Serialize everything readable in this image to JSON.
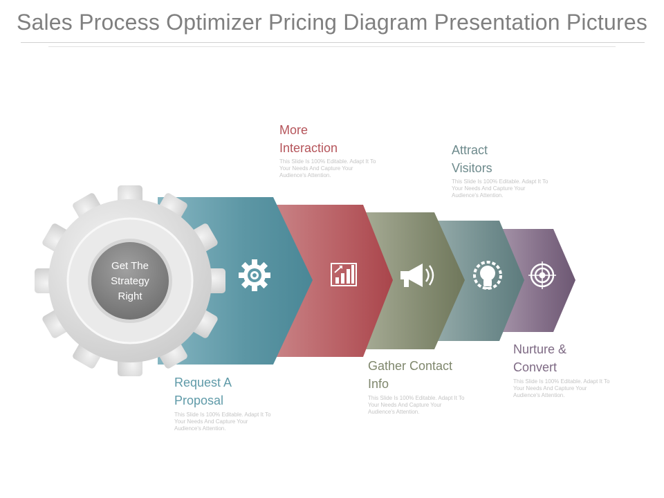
{
  "title": "Sales Process Optimizer Pricing Diagram Presentation Pictures",
  "center": {
    "line1": "Get The",
    "line2": "Strategy",
    "line3": "Right"
  },
  "steps": [
    {
      "label_line1": "Request A",
      "label_line2": "Proposal",
      "description": "This Slide Is 100% Editable. Adapt It To Your Needs And Capture Your Audience's Attention.",
      "color": "#5f9aa8",
      "icon": "settings-gear-icon"
    },
    {
      "label_line1": "More",
      "label_line2": "Interaction",
      "description": "This Slide Is 100% Editable. Adapt It To Your Needs And Capture Your Audience's Attention.",
      "color": "#b5545a",
      "icon": "growth-bar-chart-icon"
    },
    {
      "label_line1": "Gather Contact",
      "label_line2": "Info",
      "description": "This Slide Is 100% Editable. Adapt It To Your Needs And Capture Your Audience's Attention.",
      "color": "#7f876d",
      "icon": "megaphone-icon"
    },
    {
      "label_line1": "Attract",
      "label_line2": "Visitors",
      "description": "This Slide Is 100% Editable. Adapt It To Your Needs And Capture Your Audience's Attention.",
      "color": "#6d8a8c",
      "icon": "lightbulb-gear-icon"
    },
    {
      "label_line1": "Nurture &",
      "label_line2": "Convert",
      "description": "This Slide Is 100% Editable. Adapt It To Your Needs And Capture Your Audience's Attention.",
      "color": "#7e6a84",
      "icon": "target-icon"
    }
  ]
}
